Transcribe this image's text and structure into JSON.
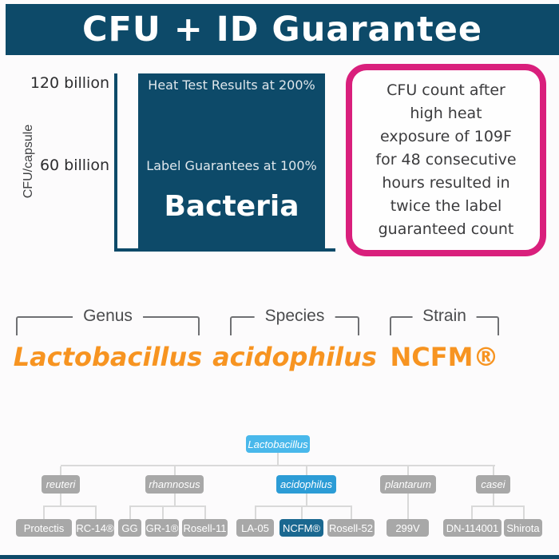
{
  "header": {
    "title": "CFU + ID Guarantee"
  },
  "chart_data": {
    "type": "bar",
    "title": "CFU + ID Guarantee",
    "ylabel": "CFU/capsule",
    "yticks": [
      "120 billion",
      "60 billion"
    ],
    "ytick_values_billions": [
      120,
      60
    ],
    "ylim_billions": [
      0,
      130
    ],
    "grid": false,
    "categories": [
      "Bacteria"
    ],
    "series": [
      {
        "name": "Heat Test Results at 200%",
        "value_billions": 120
      },
      {
        "name": "Label Guarantees at 100%",
        "value_billions": 60
      }
    ],
    "bar_color": "#0d4a69"
  },
  "callout": {
    "full_text": "CFU count after high heat exposure of 109F for 48 consecutive hours resulted in twice the label guaranteed count",
    "lines": [
      "CFU count after",
      "high heat",
      "exposure of 109F",
      "for 48 consecutive",
      "hours resulted in",
      "twice the label",
      "guaranteed count"
    ],
    "border_color": "#d91f7c"
  },
  "taxonomy": {
    "groups": [
      {
        "label": "Genus",
        "value": "Lactobacillus"
      },
      {
        "label": "Species",
        "value": "acidophilus"
      },
      {
        "label": "Strain",
        "value": "NCFM®"
      }
    ],
    "value_color": "#f79421"
  },
  "tree": {
    "root": {
      "label": "Lactobacillus",
      "color": "#49b8eb"
    },
    "highlight_path": [
      "Lactobacillus",
      "acidophilus",
      "NCFM®"
    ],
    "species": [
      {
        "label": "reuteri",
        "highlight": false,
        "children": [
          "Protectis",
          "RC-14®"
        ]
      },
      {
        "label": "rhamnosus",
        "highlight": false,
        "children": [
          "GG",
          "GR-1®",
          "Rosell-11"
        ]
      },
      {
        "label": "acidophilus",
        "highlight": true,
        "children": [
          "LA-05",
          "NCFM®",
          "Rosell-52"
        ]
      },
      {
        "label": "plantarum",
        "highlight": false,
        "children": [
          "299V"
        ]
      },
      {
        "label": "casei",
        "highlight": false,
        "children": [
          "DN-114001",
          "Shirota"
        ]
      }
    ]
  },
  "colors": {
    "navy": "#0d4a69",
    "pink": "#d91f7c",
    "orange": "#f79421",
    "root_blue": "#49b8eb",
    "species_blue": "#2c9cd6",
    "strain_blue": "#1a6890",
    "gray_box": "#a8a8a8",
    "tree_line": "#d9d9d9"
  }
}
